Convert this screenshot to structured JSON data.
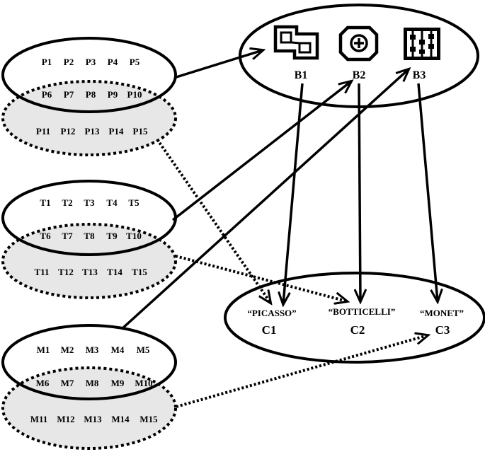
{
  "groups": [
    {
      "solid_rows": [
        [
          "P1",
          "P2",
          "P3",
          "P4",
          "P5"
        ],
        [
          "P6",
          "P7",
          "P8",
          "P9",
          "P10"
        ]
      ],
      "dashed_row": [
        "P11",
        "P12",
        "P13",
        "P14",
        "P15"
      ]
    },
    {
      "solid_rows": [
        [
          "T1",
          "T2",
          "T3",
          "T4",
          "T5"
        ],
        [
          "T6",
          "T7",
          "T8",
          "T9",
          "T10"
        ]
      ],
      "dashed_row": [
        "T11",
        "T12",
        "T13",
        "T14",
        "T15"
      ]
    },
    {
      "solid_rows": [
        [
          "M1",
          "M2",
          "M3",
          "M4",
          "M5"
        ],
        [
          "M6",
          "M7",
          "M8",
          "M9",
          "M10"
        ]
      ],
      "dashed_row": [
        "M11",
        "M12",
        "M13",
        "M14",
        "M15"
      ]
    }
  ],
  "blocks": [
    {
      "label": "B1",
      "icon": "two-squares-icon"
    },
    {
      "label": "B2",
      "icon": "circle-plus-icon"
    },
    {
      "label": "B3",
      "icon": "abacus-icon"
    }
  ],
  "classes": [
    {
      "name": "“PICASSO”",
      "id": "C1"
    },
    {
      "name": "“BOTTICELLI”",
      "id": "C2"
    },
    {
      "name": "“MONET”",
      "id": "C3"
    }
  ]
}
